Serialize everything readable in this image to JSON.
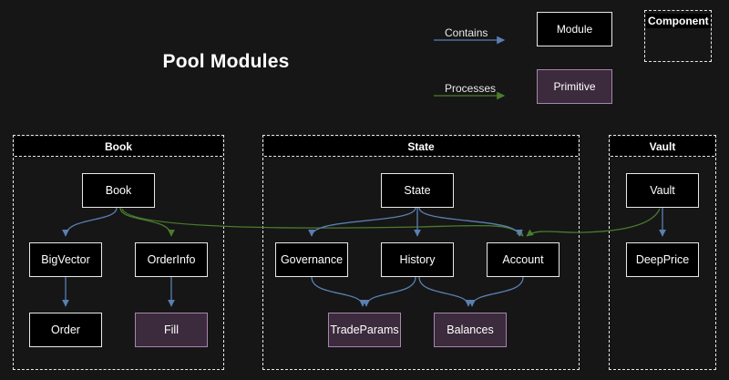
{
  "title": "Pool Modules",
  "colors": {
    "background": "#161616",
    "module_fill": "#000000",
    "module_border": "#e9e9e9",
    "primitive_fill": "#3b2b3c",
    "primitive_border": "#a884b0",
    "contains_arrow": "#5a7fb0",
    "processes_arrow": "#4a7c2e",
    "text": "#ffffff"
  },
  "legend": {
    "contains_label": "Contains",
    "processes_label": "Processes",
    "module_label": "Module",
    "primitive_label": "Primitive",
    "component_label": "Component"
  },
  "groups": [
    {
      "id": "book",
      "label": "Book"
    },
    {
      "id": "state",
      "label": "State"
    },
    {
      "id": "vault",
      "label": "Vault"
    }
  ],
  "nodes": [
    {
      "id": "book",
      "label": "Book",
      "type": "module",
      "group": "book"
    },
    {
      "id": "bigvector",
      "label": "BigVector",
      "type": "module",
      "group": "book"
    },
    {
      "id": "orderinfo",
      "label": "OrderInfo",
      "type": "module",
      "group": "book"
    },
    {
      "id": "order",
      "label": "Order",
      "type": "module",
      "group": "book"
    },
    {
      "id": "fill",
      "label": "Fill",
      "type": "primitive",
      "group": "book"
    },
    {
      "id": "state",
      "label": "State",
      "type": "module",
      "group": "state"
    },
    {
      "id": "governance",
      "label": "Governance",
      "type": "module",
      "group": "state"
    },
    {
      "id": "history",
      "label": "History",
      "type": "module",
      "group": "state"
    },
    {
      "id": "account",
      "label": "Account",
      "type": "module",
      "group": "state"
    },
    {
      "id": "tradeparams",
      "label": "TradeParams",
      "type": "primitive",
      "group": "state"
    },
    {
      "id": "balances",
      "label": "Balances",
      "type": "primitive",
      "group": "state"
    },
    {
      "id": "vault",
      "label": "Vault",
      "type": "module",
      "group": "vault"
    },
    {
      "id": "deepprice",
      "label": "DeepPrice",
      "type": "module",
      "group": "vault"
    }
  ],
  "edges": [
    {
      "from": "book",
      "to": "bigvector",
      "kind": "contains"
    },
    {
      "from": "bigvector",
      "to": "order",
      "kind": "contains"
    },
    {
      "from": "orderinfo",
      "to": "fill",
      "kind": "contains"
    },
    {
      "from": "book",
      "to": "orderinfo",
      "kind": "processes"
    },
    {
      "from": "book",
      "to": "account",
      "kind": "processes"
    },
    {
      "from": "state",
      "to": "governance",
      "kind": "contains"
    },
    {
      "from": "state",
      "to": "history",
      "kind": "contains"
    },
    {
      "from": "state",
      "to": "account",
      "kind": "contains"
    },
    {
      "from": "governance",
      "to": "tradeparams",
      "kind": "contains"
    },
    {
      "from": "history",
      "to": "tradeparams",
      "kind": "contains"
    },
    {
      "from": "history",
      "to": "balances",
      "kind": "contains"
    },
    {
      "from": "account",
      "to": "balances",
      "kind": "contains"
    },
    {
      "from": "vault",
      "to": "deepprice",
      "kind": "contains"
    },
    {
      "from": "vault",
      "to": "account",
      "kind": "processes"
    }
  ]
}
